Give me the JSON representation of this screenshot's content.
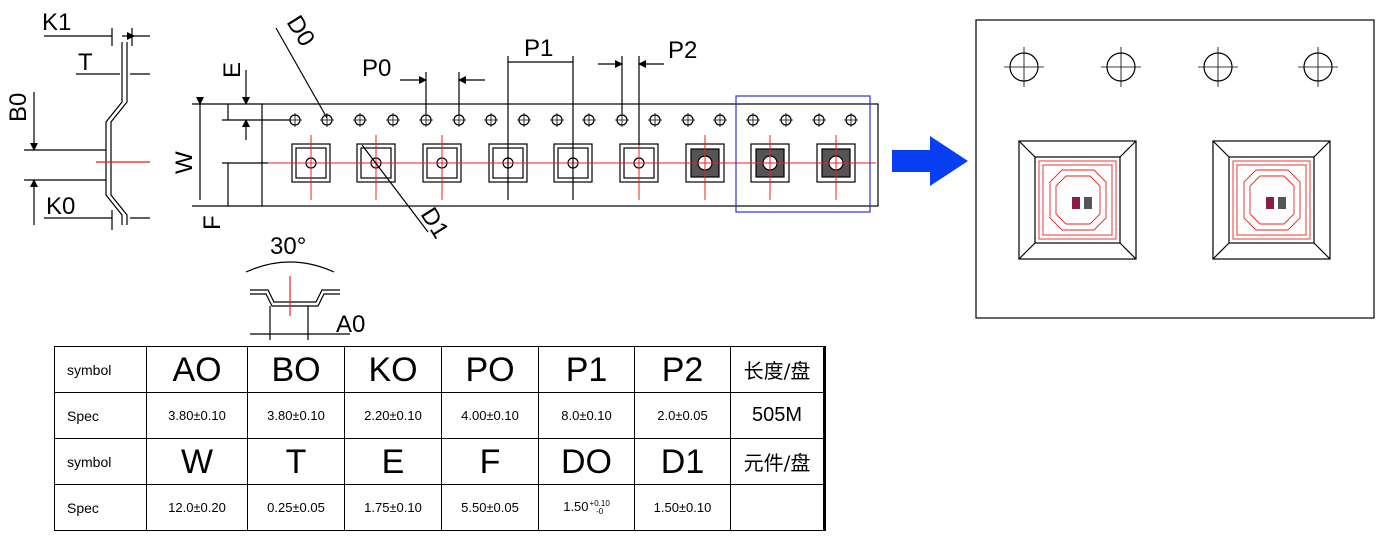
{
  "labels": {
    "k1": "K1",
    "t": "T",
    "b0": "B0",
    "k0": "K0",
    "e": "E",
    "w": "W",
    "f": "F",
    "d0": "D0",
    "d1": "D1",
    "p0": "P0",
    "p1": "P1",
    "p2": "P2",
    "angle": "30°",
    "a0": "A0"
  },
  "colors": {
    "line": "#000000",
    "center_line": "#e8231f",
    "highlight_box": "#3333cc",
    "arrow": "#0a3ef2",
    "pad": "#8b1e3f"
  },
  "icons": {
    "arrow": "arrow-right-icon",
    "sprocket": "sprocket-hole-icon"
  },
  "table": {
    "rows": [
      {
        "kind": "symbol",
        "cells": [
          "symbol",
          "AO",
          "BO",
          "KO",
          "PO",
          "P1",
          "P2",
          "长度/盘"
        ]
      },
      {
        "kind": "spec",
        "cells": [
          "Spec",
          "3.80±0.10",
          "3.80±0.10",
          "2.20±0.10",
          "4.00±0.10",
          "8.0±0.10",
          "2.0±0.05",
          "505M"
        ]
      },
      {
        "kind": "symbol",
        "cells": [
          "symbol",
          "W",
          "T",
          "E",
          "F",
          "DO",
          "D1",
          "元件/盘"
        ]
      },
      {
        "kind": "spec",
        "cells": [
          "Spec",
          "12.0±0.20",
          "0.25±0.05",
          "1.75±0.10",
          "5.50±0.05",
          "1.50",
          "1.50±0.10",
          ""
        ]
      }
    ],
    "d0_tolerance": {
      "upper": "+0.10",
      "lower": "-0"
    }
  }
}
